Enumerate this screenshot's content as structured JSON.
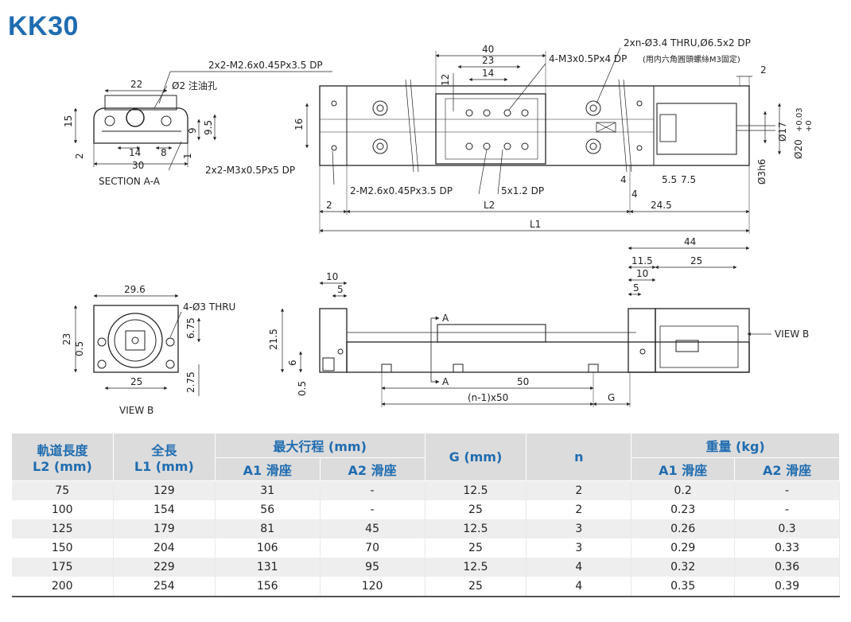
{
  "title": "KK30",
  "drawing": {
    "section_aa": {
      "caption": "SECTION A-A",
      "tap_top": "2x2-M2.6x0.45Px3.5 DP",
      "tap_bottom": "2x2-M3x0.5Px5 DP",
      "oil_hole": "Ø2 注油孔",
      "d22": "22",
      "d15": "15",
      "d9": "9",
      "d95": "9.5",
      "d2": "2",
      "d14": "14",
      "d8": "8",
      "d1": "1",
      "d30": "30"
    },
    "top_view": {
      "d40": "40",
      "d23": "23",
      "d14": "14",
      "d12": "12",
      "d16": "16",
      "tap_block": "4-M3x0.5Px4 DP",
      "thru_holes": "2xn-Ø3.4 THRU,Ø6.5x2 DP",
      "thru_note": "(用内六角圓頭螺絲M3固定)",
      "d2_right": "2",
      "d4a": "4",
      "d4b": "4",
      "d55": "5.5",
      "d75": "7.5",
      "shaft": "Ø3h6",
      "d17": "Ø17",
      "d20": "Ø20",
      "tol_plus": "+0.03",
      "tol_zero": "+0",
      "tap_bottom": "2-M2.6x0.45Px3.5 DP",
      "depth": "5x1.2 DP",
      "d2_left": "2",
      "L2": "L2",
      "d245": "24.5",
      "L1": "L1"
    },
    "view_b": {
      "caption": "VIEW B",
      "d296": "29.6",
      "thru": "4-Ø3 THRU",
      "d23": "23",
      "d05": "0.5",
      "d675": "6.75",
      "d25": "25",
      "d275": "2.75"
    },
    "side_view": {
      "d10": "10",
      "d5": "5",
      "d215": "21.5",
      "d6": "6",
      "d05": "0.5",
      "secA": "A",
      "d50": "50",
      "pitch": "(n-1)x50",
      "G": "G",
      "d44": "44",
      "d115": "11.5",
      "d25": "25",
      "d10r": "10",
      "d5r": "5",
      "view_label": "VIEW B"
    }
  },
  "table": {
    "headers": {
      "l2": "軌道長度",
      "l2_unit": "L2 (mm)",
      "l1": "全長",
      "l1_unit": "L1 (mm)",
      "stroke": "最大行程 (mm)",
      "a1": "A1 滑座",
      "a2": "A2 滑座",
      "g": "G (mm)",
      "n": "n",
      "weight": "重量 (kg)",
      "wa1": "A1 滑座",
      "wa2": "A2 滑座"
    },
    "rows": [
      [
        "75",
        "129",
        "31",
        "-",
        "12.5",
        "2",
        "0.2",
        "-"
      ],
      [
        "100",
        "154",
        "56",
        "-",
        "25",
        "2",
        "0.23",
        "-"
      ],
      [
        "125",
        "179",
        "81",
        "45",
        "12.5",
        "3",
        "0.26",
        "0.3"
      ],
      [
        "150",
        "204",
        "106",
        "70",
        "25",
        "3",
        "0.29",
        "0.33"
      ],
      [
        "175",
        "229",
        "131",
        "95",
        "12.5",
        "4",
        "0.32",
        "0.36"
      ],
      [
        "200",
        "254",
        "156",
        "120",
        "25",
        "4",
        "0.35",
        "0.39"
      ]
    ]
  },
  "colors": {
    "title": "#1f6cb0",
    "header_bg": "#dcdcdc",
    "row_alt": "#eeeeee"
  }
}
